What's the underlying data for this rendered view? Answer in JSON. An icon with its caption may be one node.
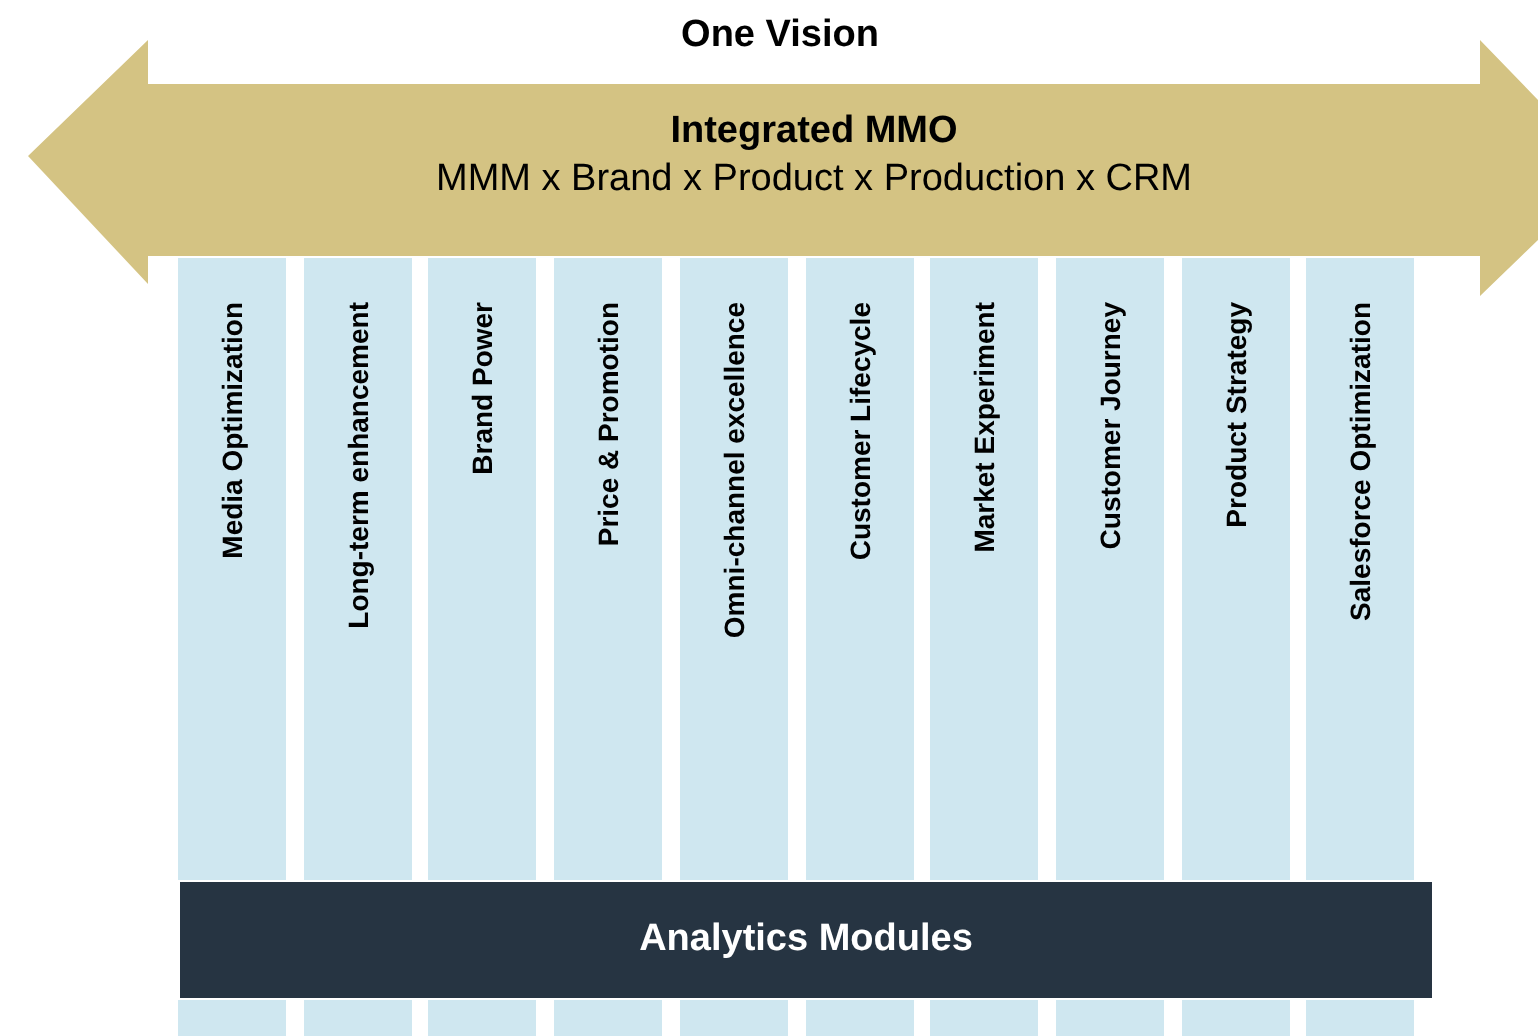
{
  "diagram": {
    "title": "One Vision",
    "nodes": [
      {
        "text": [
          "Integrated MMO",
          "MMM x Brand x Product x Production x CRM"
        ]
      },
      {
        "text": [
          "Media Optimization"
        ]
      },
      {
        "text": [
          "Long-term enhancement"
        ]
      },
      {
        "text": [
          "Brand Power"
        ]
      },
      {
        "text": [
          "Price & Promotion"
        ]
      },
      {
        "text": [
          "Omni-channel excellence"
        ]
      },
      {
        "text": [
          "Customer Lifecycle"
        ]
      },
      {
        "text": [
          "Market Experiment"
        ]
      },
      {
        "text": [
          "Customer Journey"
        ]
      },
      {
        "text": [
          "Product Strategy"
        ]
      },
      {
        "text": [
          "Salesforce Optimization"
        ]
      },
      {
        "text": [
          "Analytics Modules"
        ]
      }
    ]
  }
}
